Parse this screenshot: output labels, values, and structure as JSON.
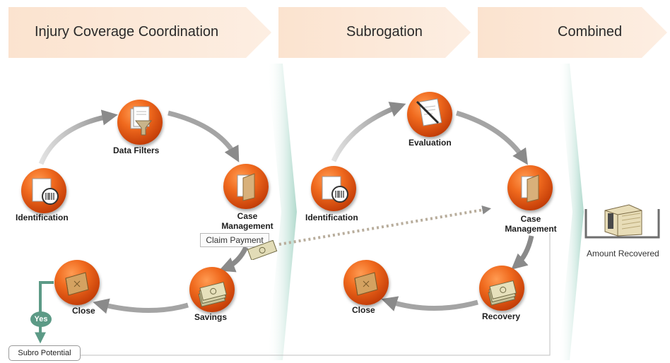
{
  "banners": {
    "injury": "Injury Coverage Coordination",
    "subrogation": "Subrogation",
    "combined": "Combined"
  },
  "icc": {
    "data_filters": "Data Filters",
    "identification": "Identification",
    "case_management": "Case Management",
    "savings": "Savings",
    "close": "Close"
  },
  "subro": {
    "evaluation": "Evaluation",
    "identification": "Identification",
    "case_management": "Case Management",
    "recovery": "Recovery",
    "close": "Close"
  },
  "claim_payment": "Claim Payment",
  "yes": "Yes",
  "subro_potential": "Subro Potential",
  "amount_recovered": "Amount Recovered",
  "colors": {
    "node_orange": "#e8611a",
    "arrow_gray": "#8a8a8a",
    "teal": "#5c9a86",
    "banner": "#fde8d6"
  },
  "icons": [
    "document-funnel-icon",
    "barcode-document-icon",
    "folder-document-icon",
    "cash-stack-icon",
    "closed-box-icon",
    "pen-document-icon",
    "money-box-icon"
  ]
}
